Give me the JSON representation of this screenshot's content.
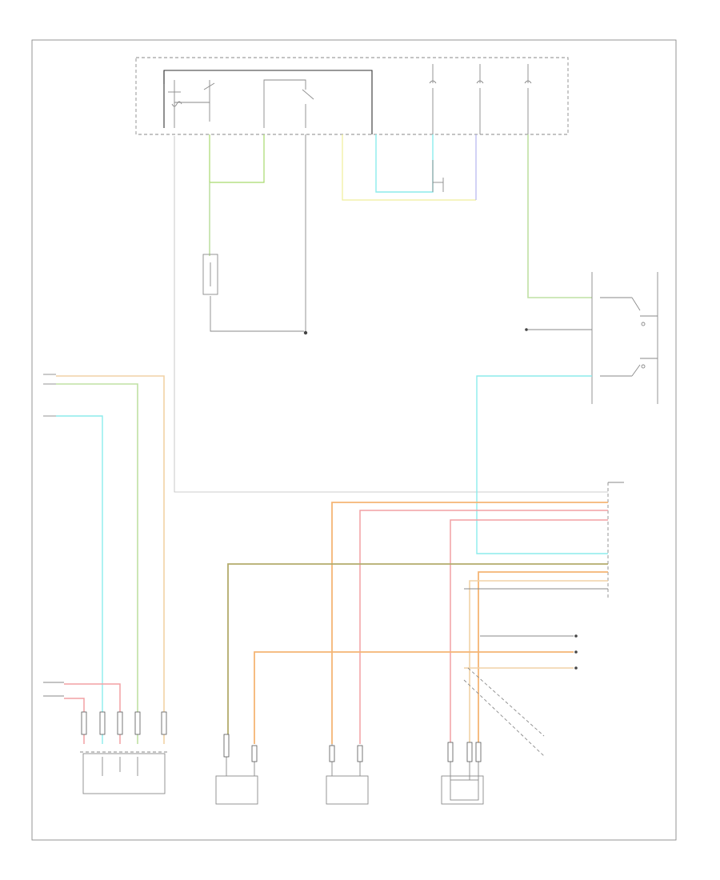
{
  "diagram": {
    "footer_code": "",
    "fuse_box": {
      "title": "",
      "headers": [
        "",
        "",
        ""
      ],
      "fuses": [
        "",
        "",
        ""
      ]
    },
    "junctions": {
      "left_components": [
        "",
        "",
        ""
      ],
      "right_relay": "",
      "module": "",
      "ground": "",
      "splice": ""
    },
    "sensors": [
      {
        "id": "sensor-1",
        "name": "",
        "code": ""
      },
      {
        "id": "sensor-2",
        "name": "",
        "code": ""
      },
      {
        "id": "sensor-3",
        "name": "",
        "code": ""
      },
      {
        "id": "sensor-4",
        "name": "",
        "code": ""
      }
    ],
    "wire_labels": []
  }
}
